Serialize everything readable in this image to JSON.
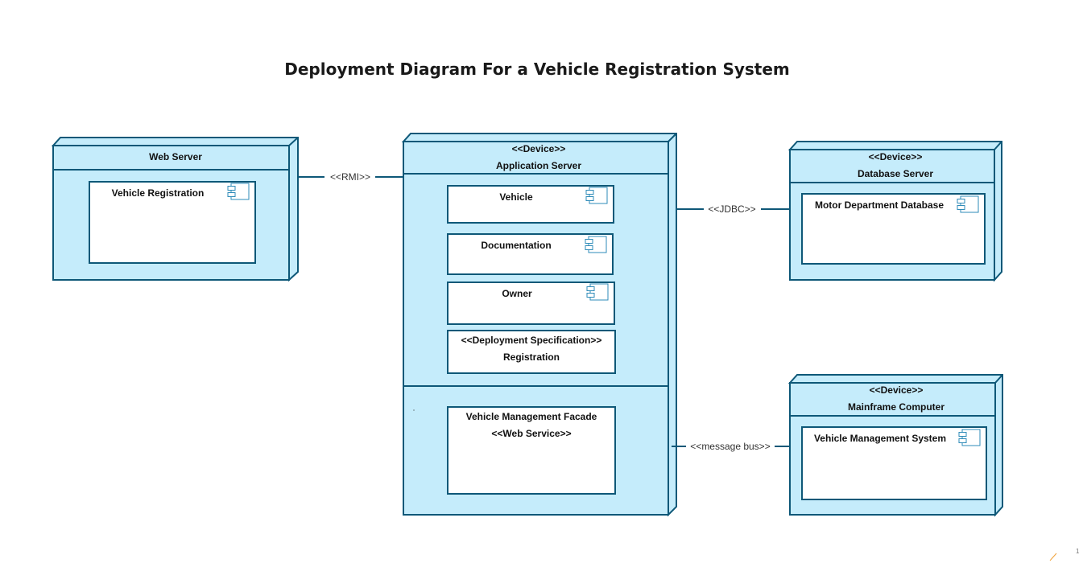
{
  "title": "Deployment Diagram For a Vehicle Registration System",
  "colors": {
    "node_fill": "#c5ecfb",
    "stroke": "#0e5878",
    "component_fill": "#ffffff"
  },
  "nodes": {
    "web_server": {
      "name": "Web Server"
    },
    "application_server": {
      "stereotype": "<<Device>>",
      "name": "Application Server"
    },
    "database_server": {
      "stereotype": "<<Device>>",
      "name": "Database Server"
    },
    "mainframe_computer": {
      "stereotype": "<<Device>>",
      "name": "Mainframe Computer"
    }
  },
  "components": {
    "vehicle_registration": "Vehicle Registration",
    "vehicle": "Vehicle",
    "documentation": "Documentation",
    "owner": "Owner",
    "deployment_spec_stereotype": "<<Deployment Specification>>",
    "deployment_spec_name": "Registration",
    "facade_name": "Vehicle Management Facade",
    "facade_stereotype": "<<Web Service>>",
    "motor_department_database": "Motor Department Database",
    "vehicle_management_system": "Vehicle Management System"
  },
  "connections": {
    "rmi": "<<RMI>>",
    "jdbc": "<<JDBC>>",
    "message_bus": "<<message bus>>"
  },
  "icons": {
    "component": "component-icon"
  },
  "corner_mark": "1"
}
